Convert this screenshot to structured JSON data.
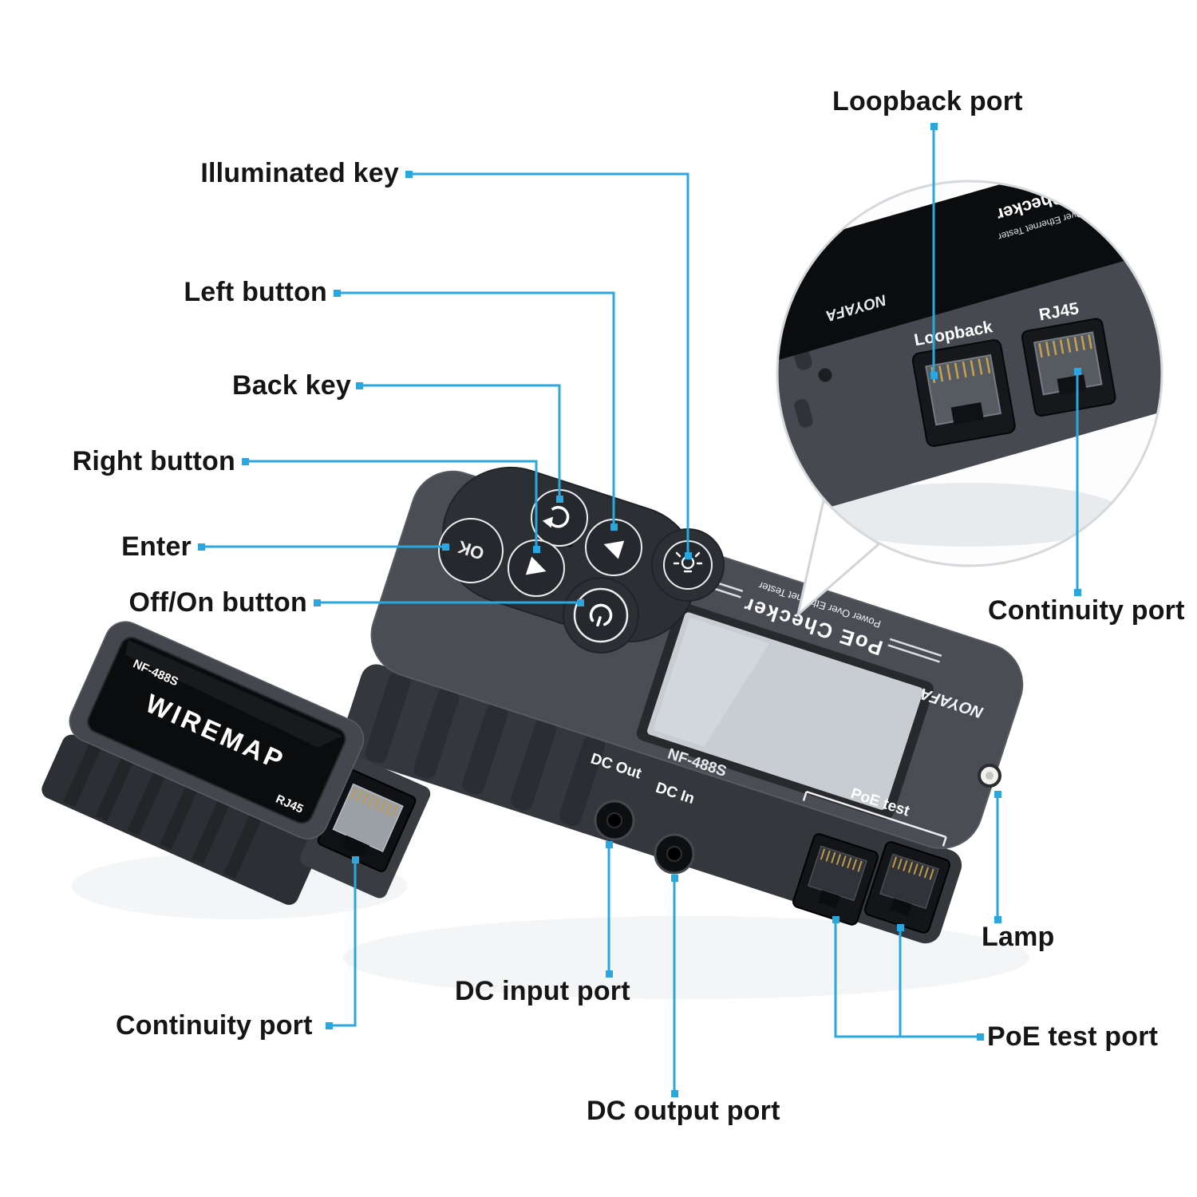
{
  "colors": {
    "accent": "#2BA7E0",
    "device_body": "#4a4e54",
    "device_side": "#34373c",
    "keypad_plate": "#2c2f34",
    "screen": "#c8cdd2",
    "label_text": "#151515",
    "background": "#ffffff"
  },
  "annotations": {
    "loopback_port": "Loopback port",
    "illuminated_key": "Illuminated key",
    "left_button": "Left button",
    "back_key": "Back key",
    "right_button": "Right button",
    "enter": "Enter",
    "off_on_button": "Off/On button",
    "continuity_port_top": "Continuity port",
    "lamp": "Lamp",
    "dc_input_port": "DC input port",
    "continuity_port_bottom": "Continuity port",
    "poe_test_port": "PoE test port",
    "dc_output_port": "DC output port"
  },
  "main_device": {
    "brand": "NOYAFA",
    "model": "NF-488S",
    "title": "PoE Checker",
    "subtitle": "Power Over Ethernet Tester",
    "ok_button": "OK",
    "dc_out_label": "DC Out",
    "dc_in_label": "DC In",
    "poe_test_label": "PoE test"
  },
  "remote_unit": {
    "title": "WIREMAP",
    "model": "NF-488S",
    "port_label": "RJ45"
  },
  "inset": {
    "brand": "NOYAFA",
    "title": "PoE Checker",
    "subtitle": "Power Over Ethernet Tester",
    "loopback_label": "Loopback",
    "rj45_label": "RJ45"
  }
}
